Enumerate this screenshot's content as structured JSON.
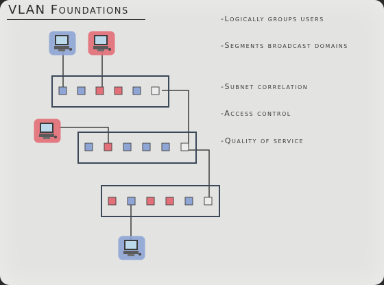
{
  "title": "VLAN Foundations",
  "bullets": [
    "-Logically groups users",
    "-Segments broadcast domains",
    "-Subnet correlation",
    "-Access control",
    "-Quality of service"
  ],
  "colors": {
    "blue_vlan": "#8fa5d6",
    "red_vlan": "#e36f78",
    "trunk_port": "#ededed",
    "switch_border": "#3a4858",
    "background": "#e3e3e1"
  },
  "switches": [
    {
      "name": "switch-1",
      "ports": [
        "blue",
        "blue",
        "red",
        "red",
        "blue",
        "trunk"
      ]
    },
    {
      "name": "switch-2",
      "ports": [
        "blue",
        "red",
        "blue",
        "blue",
        "blue",
        "trunk"
      ]
    },
    {
      "name": "switch-3",
      "ports": [
        "red",
        "blue",
        "red",
        "red",
        "blue",
        "trunk"
      ]
    }
  ],
  "computers": [
    {
      "name": "computer-blue-1",
      "vlan": "blue",
      "switch": 0,
      "port": 0
    },
    {
      "name": "computer-red-1",
      "vlan": "red",
      "switch": 0,
      "port": 2
    },
    {
      "name": "computer-red-2",
      "vlan": "red",
      "switch": 1,
      "port": 1
    },
    {
      "name": "computer-blue-2",
      "vlan": "blue",
      "switch": 2,
      "port": 1
    }
  ]
}
